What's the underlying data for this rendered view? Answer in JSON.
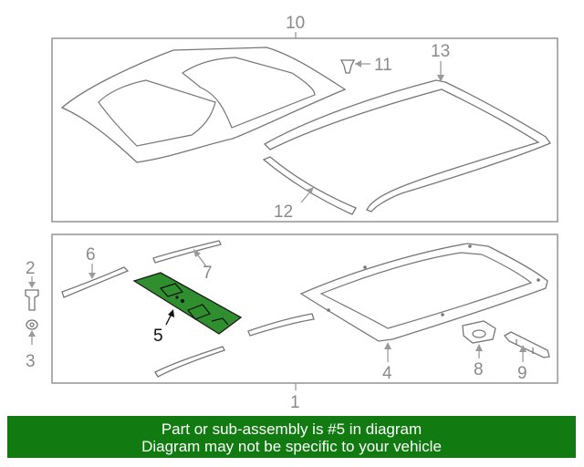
{
  "callouts": {
    "c1": "1",
    "c2": "2",
    "c3": "3",
    "c4": "4",
    "c5": "5",
    "c6": "6",
    "c7": "7",
    "c8": "8",
    "c9": "9",
    "c10": "10",
    "c11": "11",
    "c12": "12",
    "c13": "13"
  },
  "highlighted_part": "5",
  "banner": {
    "line1": "Part or sub-assembly is #5 in diagram",
    "line2": "Diagram may not be specific to your vehicle"
  },
  "colors": {
    "highlight": "#2f8f2f",
    "banner_bg": "#117a11",
    "banner_text": "#ffffff",
    "line_gray": "#9a9a9a"
  }
}
